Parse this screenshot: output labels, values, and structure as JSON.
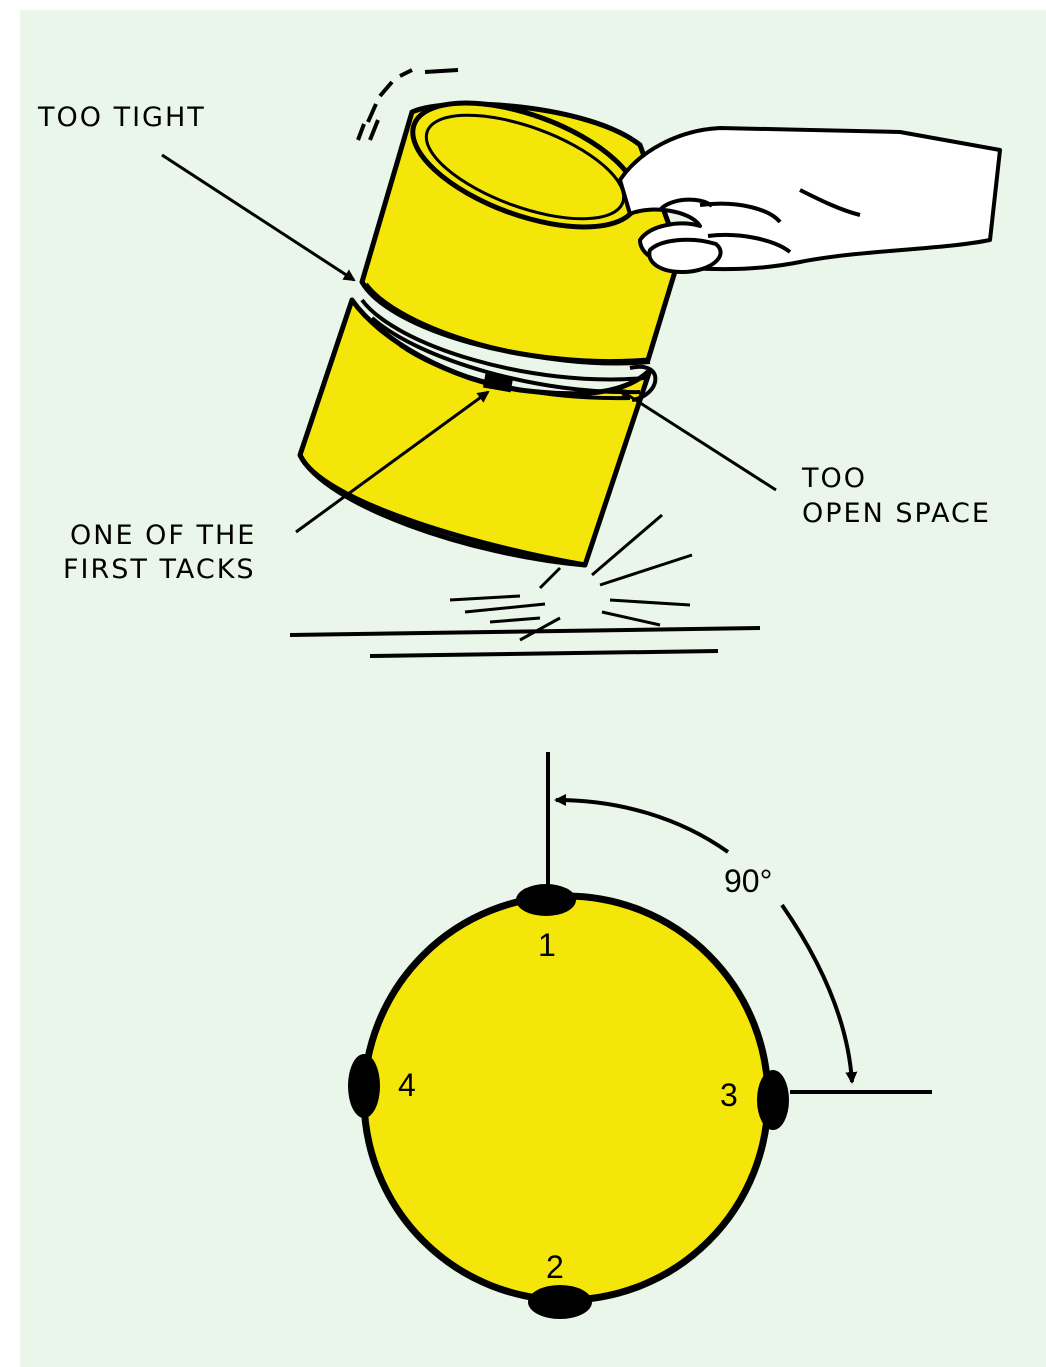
{
  "colors": {
    "background": "#eaf6ea",
    "pipe_fill": "#f5e60a",
    "outline": "#000000"
  },
  "labels": {
    "too_tight": "TOO TIGHT",
    "too_open_line1": "TOO",
    "too_open_line2": "OPEN SPACE",
    "first_tacks_line1": "ONE OF THE",
    "first_tacks_line2": "FIRST TACKS"
  },
  "tack_diagram": {
    "angle_label": "90°",
    "tack_numbers": [
      "1",
      "2",
      "3",
      "4"
    ]
  }
}
